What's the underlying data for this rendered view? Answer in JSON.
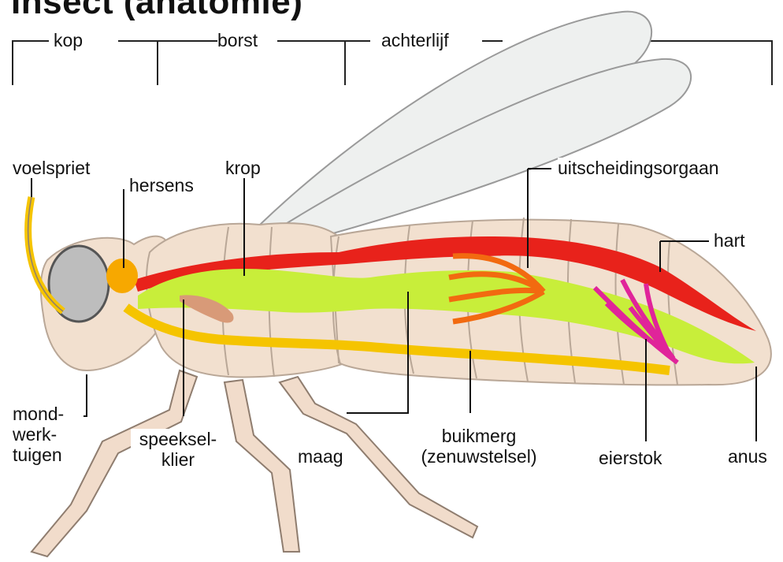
{
  "title": "Insect (anatomie)",
  "regions": {
    "kop": "kop",
    "borst": "borst",
    "achterlijf": "achterlijf"
  },
  "labels": {
    "voelspriet": "voelspriet",
    "hersens": "hersens",
    "krop": "krop",
    "uitscheidingsorgaan": "uitscheidingsorgaan",
    "hart": "hart",
    "mondwerktuigen": [
      "mond-",
      "werk-",
      "tuigen"
    ],
    "speekselklier": [
      "speeksel-",
      "klier"
    ],
    "maag": "maag",
    "buikmerg": [
      "buikmerg",
      "(zenuwstelsel)"
    ],
    "eierstok": "eierstok",
    "anus": "anus"
  },
  "colors": {
    "body": "#f2e0cf",
    "body_outline": "#c9b7a7",
    "wing": "#eef0ef",
    "nerve": "#f5c400",
    "brain": "#f7a800",
    "gut": "#c8ee3a",
    "heart": "#e8221b",
    "excretory": "#f26a10",
    "ovary": "#e0249a",
    "salivary": "#d89a78"
  }
}
